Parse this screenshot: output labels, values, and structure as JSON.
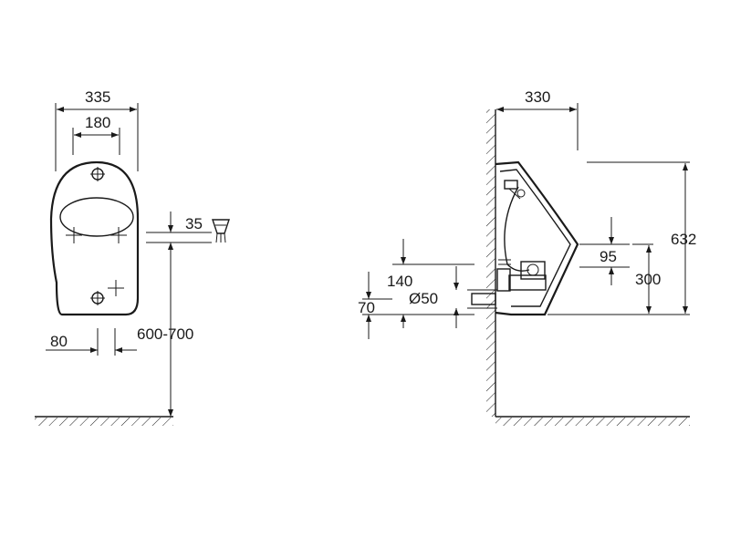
{
  "front_view": {
    "width_label": "335",
    "inner_width_label": "180",
    "drop_label": "35",
    "height_label": "600-700",
    "outlet_width_label": "80"
  },
  "side_view": {
    "depth_label": "330",
    "height_label": "632",
    "inlet_offset_label": "95",
    "inlet_height_label": "300",
    "outlet_height_label": "140",
    "outlet_offset_label": "70",
    "outlet_diameter_label": "Ø50"
  }
}
